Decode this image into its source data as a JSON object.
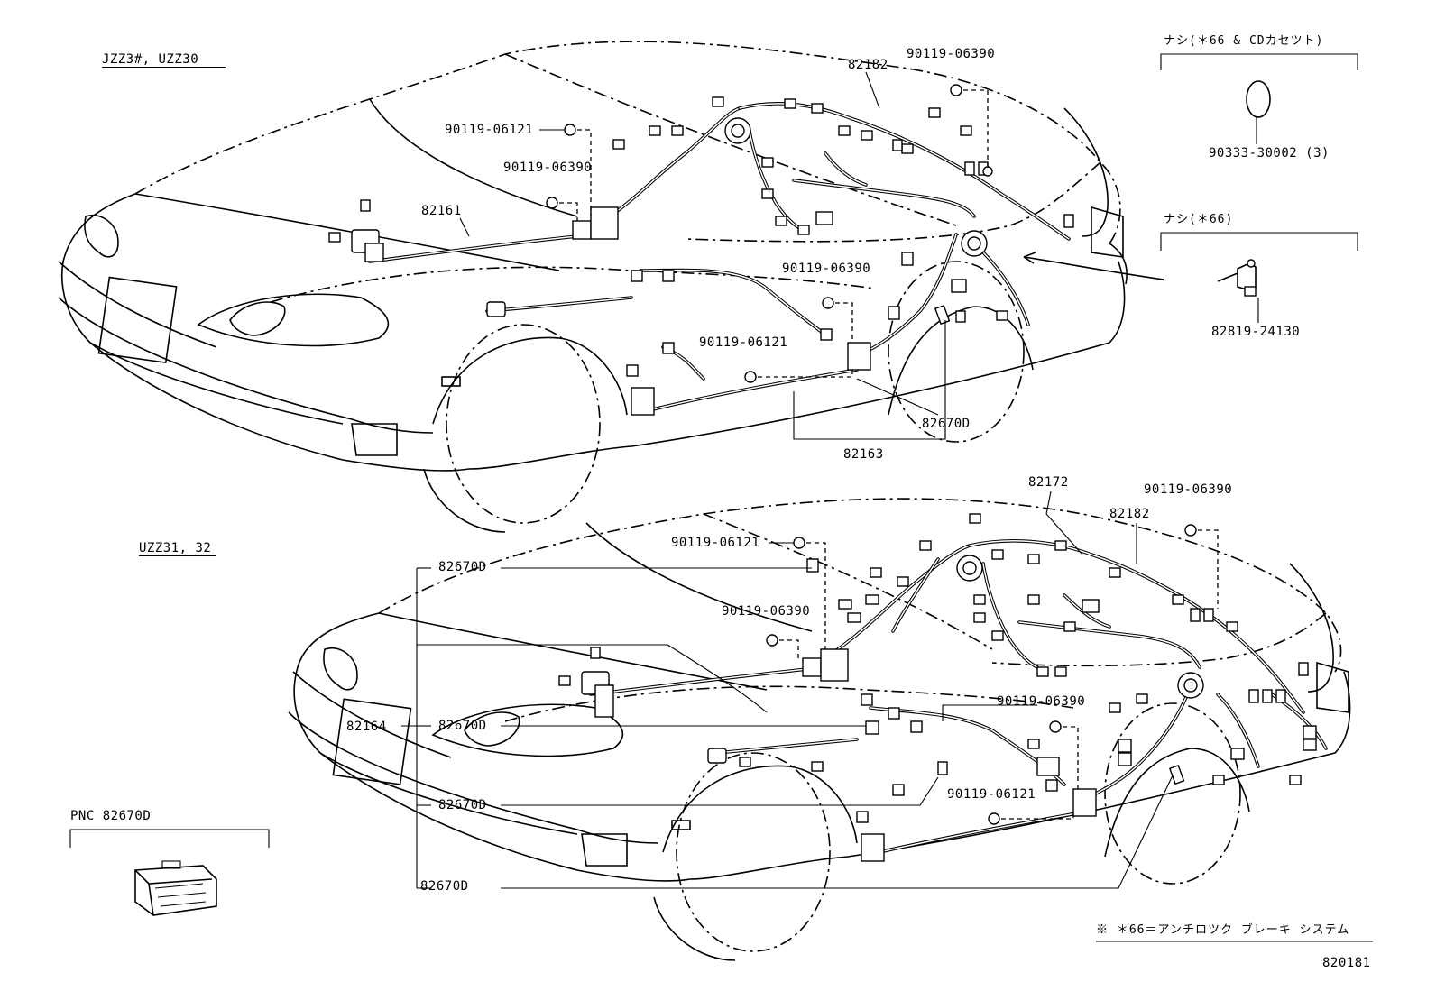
{
  "diagram": {
    "upper": {
      "model": "JZZ3#, UZZ30",
      "parts": [
        {
          "id": "u1",
          "code": "82182"
        },
        {
          "id": "u2",
          "code": "90119-06390"
        },
        {
          "id": "u3",
          "code": "90119-06121"
        },
        {
          "id": "u4",
          "code": "90119-06390"
        },
        {
          "id": "u5",
          "code": "82161"
        },
        {
          "id": "u6",
          "code": "90119-06390"
        },
        {
          "id": "u7",
          "code": "90119-06121"
        },
        {
          "id": "u8",
          "code": "82670D"
        },
        {
          "id": "u9",
          "code": "82163"
        }
      ]
    },
    "lower": {
      "model": "UZZ31, 32",
      "parts": [
        {
          "id": "l1",
          "code": "82172"
        },
        {
          "id": "l2",
          "code": "90119-06390"
        },
        {
          "id": "l3",
          "code": "82182"
        },
        {
          "id": "l4",
          "code": "90119-06121"
        },
        {
          "id": "l5",
          "code": "82670D"
        },
        {
          "id": "l6",
          "code": "90119-06390"
        },
        {
          "id": "l7",
          "code": "82164"
        },
        {
          "id": "l8",
          "code": "82670D"
        },
        {
          "id": "l9",
          "code": "90119-06390"
        },
        {
          "id": "l10",
          "code": "82670D"
        },
        {
          "id": "l11",
          "code": "90119-06121"
        },
        {
          "id": "l12",
          "code": "82670D"
        }
      ]
    },
    "inset_cd": {
      "title": "ナシ(＊66 & CDカセツト)",
      "part": "90333-30002 (3)"
    },
    "inset_abs": {
      "title": "ナシ(＊66)",
      "part": "82819-24130"
    },
    "inset_pnc": {
      "title": "PNC 82670D"
    },
    "footnote": "※ ＊66＝アンチロツク ブレーキ システム",
    "figure_number": "820181"
  }
}
